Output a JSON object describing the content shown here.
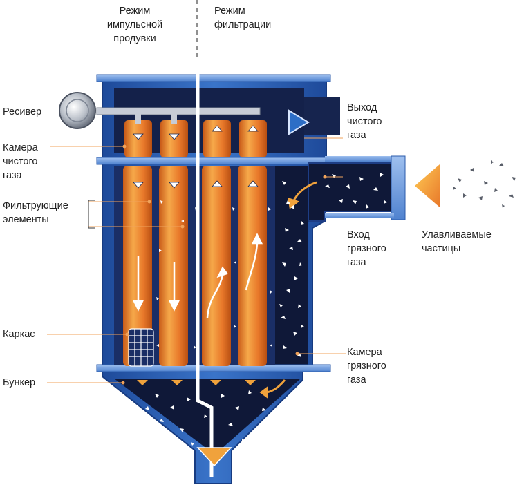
{
  "modes": {
    "pulse": [
      "Режим",
      "импульсной",
      "продувки"
    ],
    "filtration": [
      "Режим",
      "фильтрации"
    ]
  },
  "labels": {
    "receiver": [
      "Ресивер"
    ],
    "clean_chamber": [
      "Камера",
      "чистого",
      "газа"
    ],
    "filter_elements": [
      "Фильтрующие",
      "элементы"
    ],
    "frame": [
      "Каркас"
    ],
    "hopper": [
      "Бункер"
    ],
    "clean_outlet": [
      "Выход",
      "чистого",
      "газа"
    ],
    "dirty_inlet": [
      "Вход",
      "грязного",
      "газа"
    ],
    "particles": [
      "Улавливаемые",
      "частицы"
    ],
    "dirty_chamber": [
      "Камера",
      "грязного",
      "газа"
    ]
  },
  "colors": {
    "housing_blue": "#2d5fb0",
    "housing_dark": "#1b2a57",
    "chamber_dark": "#0f1838",
    "filter_orange": "#e8782a",
    "filter_highlight": "#f6a94a",
    "leader_orange": "#f1a35b",
    "particle": "#ffffff"
  }
}
